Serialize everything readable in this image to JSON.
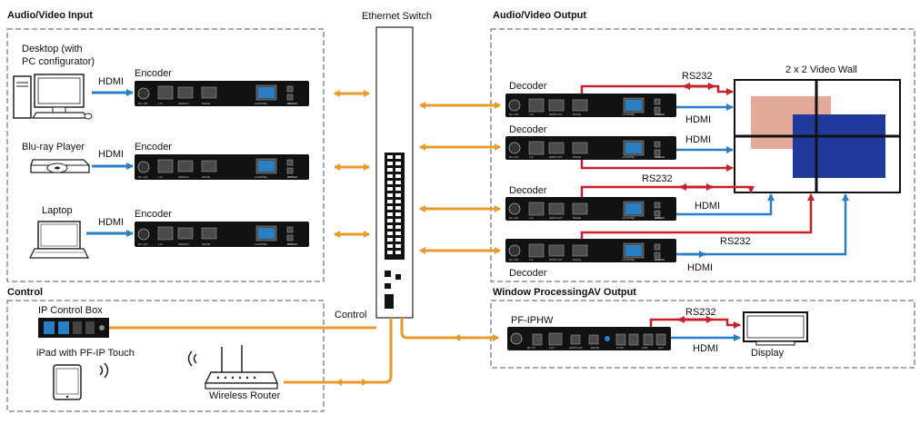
{
  "sections": {
    "av_input": "Audio/Video Input",
    "av_output": "Audio/Video Output",
    "control": "Control",
    "window_output": "Window ProcessingAV Output",
    "ethernet_switch": "Ethernet Switch"
  },
  "sources": {
    "desktop_line1": "Desktop (with",
    "desktop_line2": "PC configurator)",
    "bluray": "Blu-ray Player",
    "laptop": "Laptop"
  },
  "devices": {
    "encoder": "Encoder",
    "decoder": "Decoder",
    "pf_iphw": "PF-IPHW",
    "ip_control_box": "IP Control Box",
    "ipad": "iPad with PF-IP Touch",
    "wireless_router": "Wireless Router",
    "video_wall": "2 x 2 Video Wall",
    "display": "Display"
  },
  "signals": {
    "hdmi": "HDMI",
    "rs232": "RS232",
    "control": "Control"
  },
  "device_port_labels": {
    "encoder": [
      "DC 12V",
      "L R",
      "HDMI IN",
      "RS232",
      "LAN(POE)",
      "POWER",
      "ACT"
    ],
    "decoder": [
      "DC 12V",
      "L R",
      "HDMI OUT",
      "RS232",
      "LAN(POE)",
      "POWER",
      "LINK"
    ],
    "pf_iphw": [
      "DC 5V",
      "LAN",
      "HDMI OUT",
      "RS232",
      "SYNC",
      "LINK",
      "ACT"
    ]
  },
  "colors": {
    "ethernet": "#e89a2c",
    "hdmi": "#2a7ec4",
    "rs232": "#c8202a",
    "device": "#111111",
    "wall_tile1": "#e3aa9a",
    "wall_tile2": "#1f3a9a",
    "border_dash": "#555555"
  }
}
